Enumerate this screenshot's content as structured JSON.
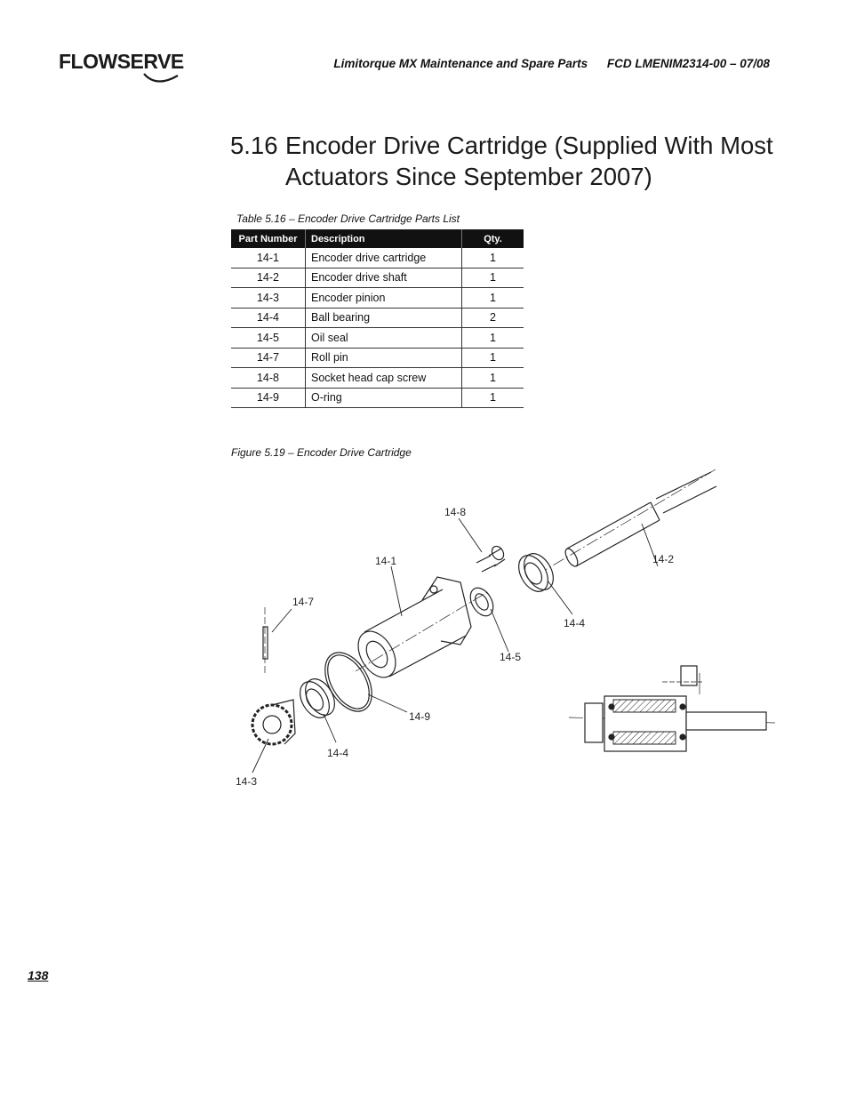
{
  "logo": {
    "text": "FLOWSERVE"
  },
  "header": {
    "title": "Limitorque MX Maintenance and Spare Parts",
    "code": "FCD LMENIM2314-00 – 07/08"
  },
  "section": {
    "number": "5.16",
    "title": "Encoder Drive Cartridge (Supplied With Most Actuators Since September 2007)"
  },
  "table": {
    "caption": "Table 5.16 – Encoder Drive Cartridge Parts List",
    "headers": [
      "Part Number",
      "Description",
      "Qty."
    ],
    "rows": [
      [
        "14-1",
        "Encoder drive cartridge",
        "1"
      ],
      [
        "14-2",
        "Encoder drive shaft",
        "1"
      ],
      [
        "14-3",
        "Encoder pinion",
        "1"
      ],
      [
        "14-4",
        "Ball bearing",
        "2"
      ],
      [
        "14-5",
        "Oil seal",
        "1"
      ],
      [
        "14-7",
        "Roll pin",
        "1"
      ],
      [
        "14-8",
        "Socket head cap screw",
        "1"
      ],
      [
        "14-9",
        "O-ring",
        "1"
      ]
    ]
  },
  "figure": {
    "caption": "Figure 5.19 – Encoder Drive Cartridge",
    "labels": {
      "l148": "14-8",
      "l141": "14-1",
      "l142": "14-2",
      "l147": "14-7",
      "l144a": "14-4",
      "l145": "14-5",
      "l149": "14-9",
      "l144b": "14-4",
      "l143": "14-3"
    }
  },
  "page_number": "138"
}
